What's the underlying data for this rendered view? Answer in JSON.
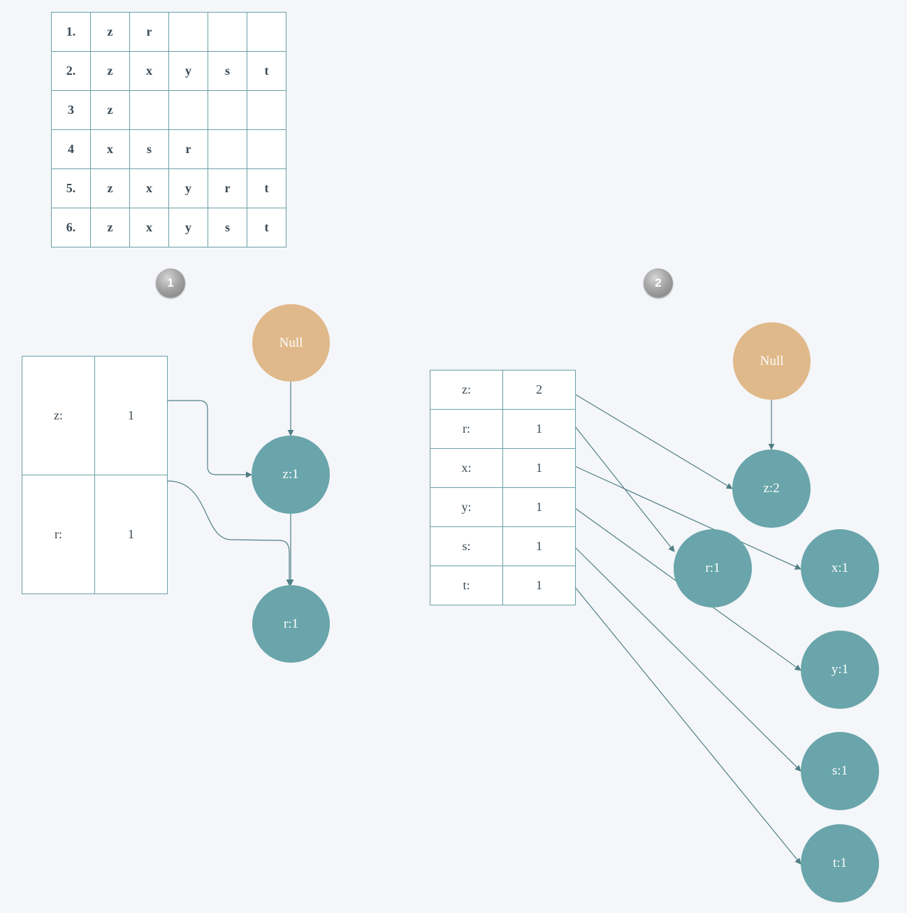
{
  "transactions": [
    {
      "id": "1.",
      "items": [
        "z",
        "r",
        "",
        "",
        ""
      ]
    },
    {
      "id": "2.",
      "items": [
        "z",
        "x",
        "y",
        "s",
        "t"
      ]
    },
    {
      "id": "3",
      "items": [
        "z",
        "",
        "",
        "",
        ""
      ]
    },
    {
      "id": "4",
      "items": [
        "x",
        "s",
        "r",
        "",
        ""
      ]
    },
    {
      "id": "5.",
      "items": [
        "z",
        "x",
        "y",
        "r",
        "t"
      ]
    },
    {
      "id": "6.",
      "items": [
        "z",
        "x",
        "y",
        "s",
        "t"
      ]
    }
  ],
  "steps": [
    {
      "badge": "1",
      "header_table": [
        {
          "item": "z:",
          "count": "1"
        },
        {
          "item": "r:",
          "count": "1"
        }
      ],
      "nodes": {
        "root": "Null",
        "z": "z:1",
        "r": "r:1"
      }
    },
    {
      "badge": "2",
      "header_table": [
        {
          "item": "z:",
          "count": "2"
        },
        {
          "item": "r:",
          "count": "1"
        },
        {
          "item": "x:",
          "count": "1"
        },
        {
          "item": "y:",
          "count": "1"
        },
        {
          "item": "s:",
          "count": "1"
        },
        {
          "item": "t:",
          "count": "1"
        }
      ],
      "nodes": {
        "root": "Null",
        "z": "z:2",
        "r": "r:1",
        "x": "x:1",
        "y": "y:1",
        "s": "s:1",
        "t": "t:1"
      }
    }
  ],
  "colors": {
    "node_fill": "#69a5ab",
    "null_fill": "#e0b98a",
    "table_border": "#6a9fa6",
    "edge": "#4f7f86",
    "text": "#3a4a55"
  }
}
